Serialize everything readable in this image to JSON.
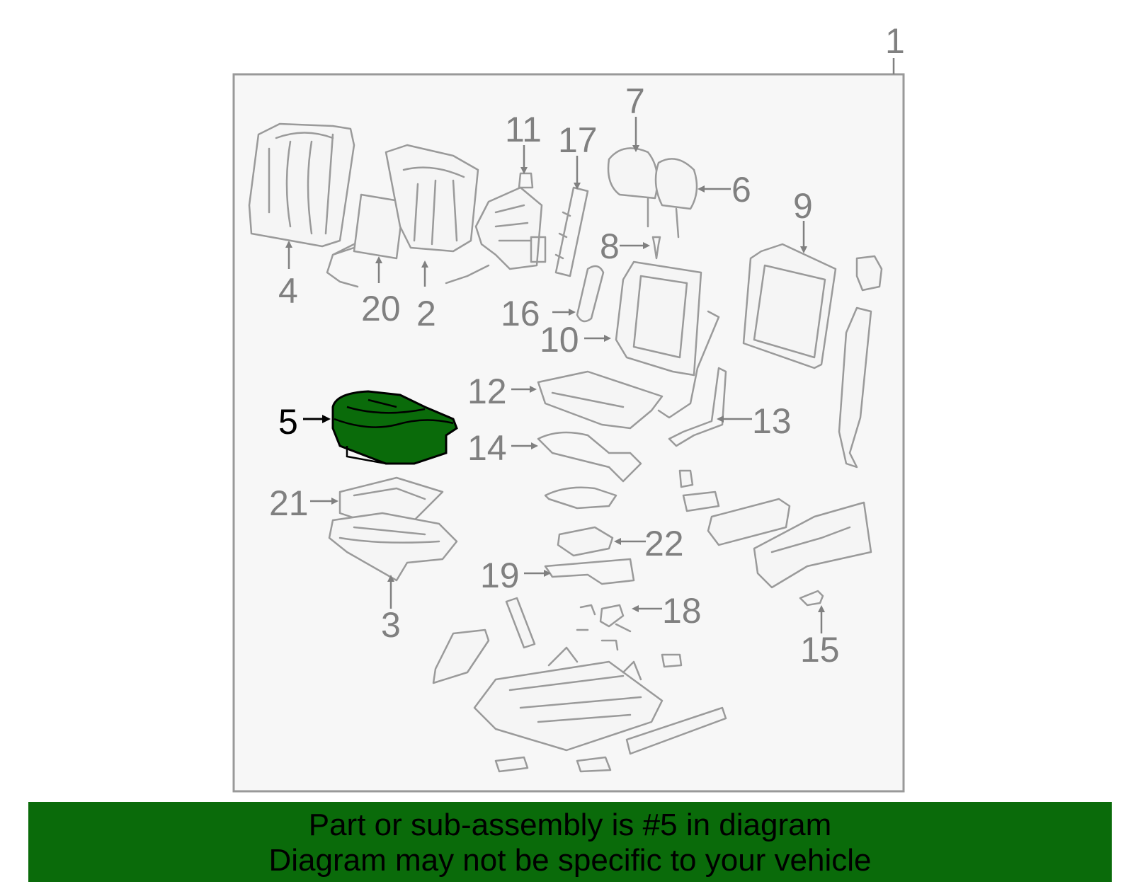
{
  "diagram": {
    "highlight_color": "#0a6b0a",
    "frame_color": "#999999",
    "callouts": {
      "c1": "1",
      "c2": "2",
      "c3": "3",
      "c4": "4",
      "c5": "5",
      "c6": "6",
      "c7": "7",
      "c8": "8",
      "c9": "9",
      "c10": "10",
      "c11": "11",
      "c12": "12",
      "c13": "13",
      "c14": "14",
      "c15": "15",
      "c16": "16",
      "c17": "17",
      "c18": "18",
      "c19": "19",
      "c20": "20",
      "c21": "21",
      "c22": "22"
    },
    "highlighted_part": "5"
  },
  "banner": {
    "line1": "Part or sub-assembly is #5 in diagram",
    "line2": "Diagram may not be specific to your vehicle",
    "background": "#0a6b0a"
  }
}
